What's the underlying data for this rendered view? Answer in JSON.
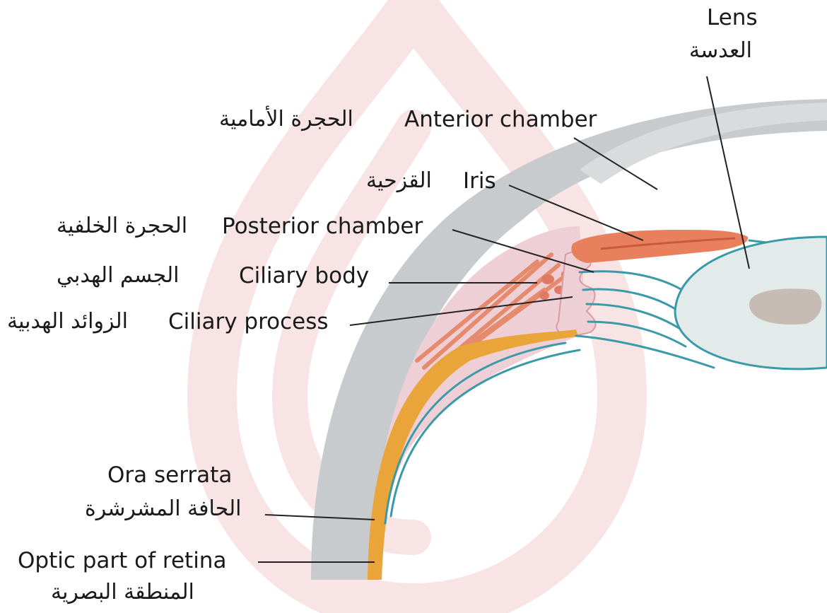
{
  "labels": {
    "lens": {
      "en": "Lens",
      "ar": "العدسة"
    },
    "anterior_chamber": {
      "en": "Anterior chamber",
      "ar": "الحجرة الأمامية"
    },
    "iris": {
      "en": "Iris",
      "ar": "القزحية"
    },
    "posterior_chamber": {
      "en": "Posterior chamber",
      "ar": "الحجرة الخلفية"
    },
    "ciliary_body": {
      "en": "Ciliary body",
      "ar": "الجسم الهدبي"
    },
    "ciliary_process": {
      "en": "Ciliary process",
      "ar": "الزوائد الهدبية"
    },
    "ora_serrata": {
      "en": "Ora serrata",
      "ar": "الحافة المشرشرة"
    },
    "optic_retina": {
      "en": "Optic part of retina",
      "ar": "المنطقة البصرية"
    }
  },
  "colors": {
    "sclera": "#c8cbcd",
    "cornea": "#d3d5d6",
    "ciliary_pink": "#efcfd6",
    "muscle": "#e58a6c",
    "iris": "#e8805e",
    "retina_orange": "#e9a43a",
    "zonule_teal": "#3a9aa8",
    "lens_fill": "#e3ebea",
    "lens_nucleus": "#c7bcb4",
    "watermark": "#f6dede",
    "leader": "#222222"
  }
}
